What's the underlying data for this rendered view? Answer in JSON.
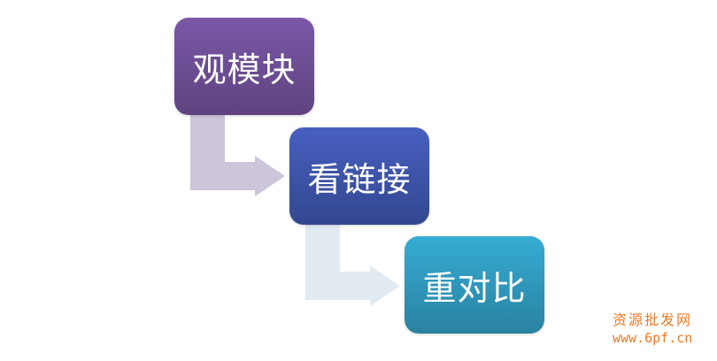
{
  "diagram": {
    "type": "staircase-process",
    "steps": [
      {
        "label": "观模块",
        "color_top": "#7b58a8",
        "color_bottom": "#5f437f"
      },
      {
        "label": "看链接",
        "color_top": "#4760c0",
        "color_bottom": "#33478f"
      },
      {
        "label": "重对比",
        "color_top": "#36acd4",
        "color_bottom": "#2a82a0"
      }
    ],
    "connectors": [
      {
        "from": 0,
        "to": 1,
        "color": "#cdc6da"
      },
      {
        "from": 1,
        "to": 2,
        "color": "#e3ebf2"
      }
    ]
  },
  "watermark": {
    "line1": "资源批发网",
    "line2": "www.6pf.cn",
    "color": "#ee7a22"
  }
}
